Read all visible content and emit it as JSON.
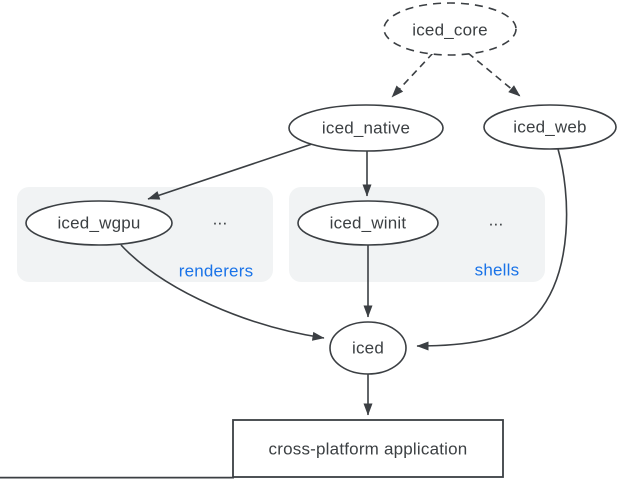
{
  "nodes": {
    "iced_core": {
      "label": "iced_core",
      "shape": "ellipse-dashed"
    },
    "iced_native": {
      "label": "iced_native",
      "shape": "ellipse"
    },
    "iced_web": {
      "label": "iced_web",
      "shape": "ellipse"
    },
    "iced_wgpu": {
      "label": "iced_wgpu",
      "shape": "ellipse"
    },
    "iced_winit": {
      "label": "iced_winit",
      "shape": "ellipse"
    },
    "iced": {
      "label": "iced",
      "shape": "ellipse"
    },
    "application": {
      "label": "cross-platform application",
      "shape": "rectangle"
    }
  },
  "groups": {
    "renderers": {
      "label": "renderers",
      "ellipsis": "..."
    },
    "shells": {
      "label": "shells",
      "ellipsis": "..."
    }
  },
  "edges": [
    {
      "from": "iced_core",
      "to": "iced_native",
      "style": "dashed"
    },
    {
      "from": "iced_core",
      "to": "iced_web",
      "style": "dashed"
    },
    {
      "from": "iced_native",
      "to": "iced_wgpu",
      "style": "solid"
    },
    {
      "from": "iced_native",
      "to": "iced_winit",
      "style": "solid"
    },
    {
      "from": "iced_wgpu",
      "to": "iced",
      "style": "solid"
    },
    {
      "from": "iced_winit",
      "to": "iced",
      "style": "solid"
    },
    {
      "from": "iced_web",
      "to": "iced",
      "style": "solid"
    },
    {
      "from": "iced",
      "to": "application",
      "style": "solid"
    }
  ],
  "colors": {
    "stroke": "#3b3f43",
    "text": "#3c4043",
    "node_fill": "#ffffff",
    "group_background": "#f1f3f4",
    "group_label": "#1a73e8",
    "background": "#ffffff"
  }
}
